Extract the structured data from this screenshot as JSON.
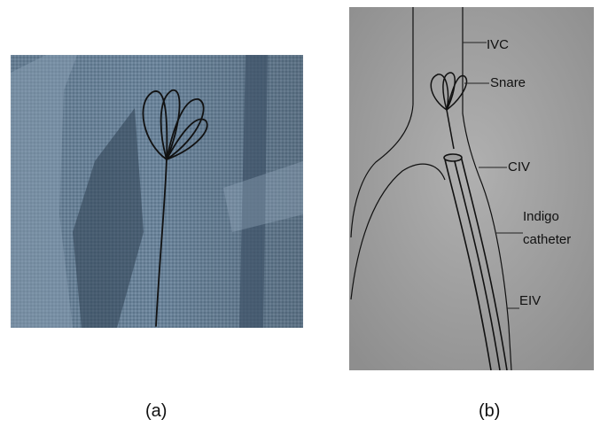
{
  "panel_a": {
    "caption": "(a)"
  },
  "panel_b": {
    "caption": "(b)",
    "labels": {
      "ivc": "IVC",
      "snare": "Snare",
      "civ": "CIV",
      "indigo": "Indigo",
      "catheter": "catheter",
      "eiv": "EIV"
    }
  },
  "colors": {
    "fabric": "#5f7a92",
    "fabric_dark": "#2e3f52",
    "xray_gray": "#a3a3a3",
    "line": "#111111"
  }
}
